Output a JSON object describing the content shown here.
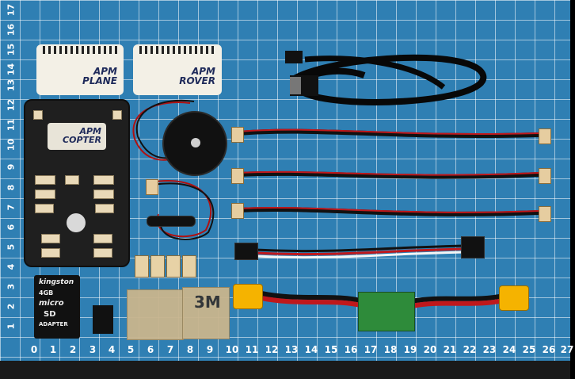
{
  "ruler": {
    "x_ticks": [
      "0",
      "1",
      "2",
      "3",
      "4",
      "5",
      "6",
      "7",
      "8",
      "9",
      "10",
      "11",
      "12",
      "13",
      "14",
      "15",
      "16",
      "17",
      "18",
      "19",
      "20",
      "21",
      "22",
      "23",
      "24",
      "25",
      "26",
      "27"
    ],
    "y_ticks": [
      "17",
      "16",
      "15",
      "14",
      "13",
      "12",
      "11",
      "10",
      "9",
      "8",
      "7",
      "6",
      "5",
      "4",
      "3",
      "2",
      "1"
    ]
  },
  "cards": {
    "plane": {
      "brand": "APM",
      "name": "PLANE"
    },
    "rover": {
      "brand": "APM",
      "name": "ROVER"
    },
    "copter": {
      "brand": "APM",
      "name": "COPTER"
    }
  },
  "sd_card": {
    "brand": "kingston",
    "size": "4GB",
    "type": "micro",
    "sd": "SD",
    "adapter": "ADAPTER"
  },
  "tape": {
    "brand": "3M"
  },
  "colors": {
    "mat": "#2f7fb3",
    "grid": "#ffffff",
    "board": "#1f1f1f",
    "connector": "#e9d9b8",
    "xt60": "#f5b300",
    "power_board": "#2e8b3a"
  }
}
